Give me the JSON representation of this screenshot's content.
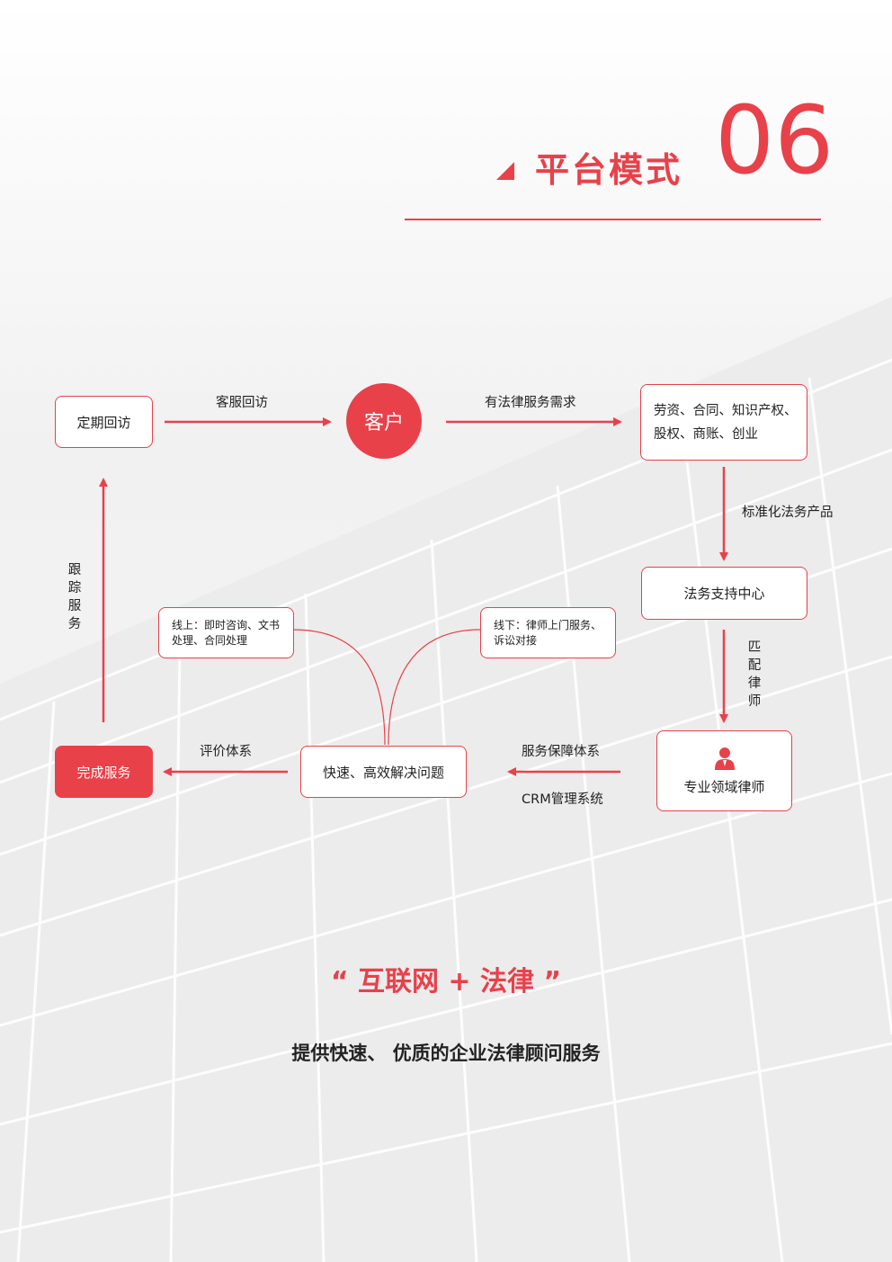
{
  "header": {
    "title": "平台模式",
    "number": "06"
  },
  "flow": {
    "client": "客户",
    "regular_visit": "定期回访",
    "customer_service_visit": "客服回访",
    "legal_need": "有法律服务需求",
    "needs_line1": "劳资、合同、知识产权、",
    "needs_line2": "股权、商账、创业",
    "standardized_products": "标准化法务产品",
    "support_center": "法务支持中心",
    "match_lawyer": "匹配律师",
    "specialist_lawyer": "专业领域律师",
    "service_guarantee": "服务保障体系",
    "crm_system": "CRM管理系统",
    "solve_problem": "快速、高效解决问题",
    "online_line1": "线上：即时咨询、文书",
    "online_line2": "处理、合同处理",
    "offline_line1": "线下：律师上门服务、",
    "offline_line2": "诉讼对接",
    "evaluation": "评价体系",
    "complete_service": "完成服务",
    "tracking_service": "跟踪服务"
  },
  "footer": {
    "slogan": "“ 互联网 + 法律 ”",
    "tagline": "提供快速、 优质的企业法律顾问服务"
  },
  "colors": {
    "accent": "#e8414a"
  }
}
